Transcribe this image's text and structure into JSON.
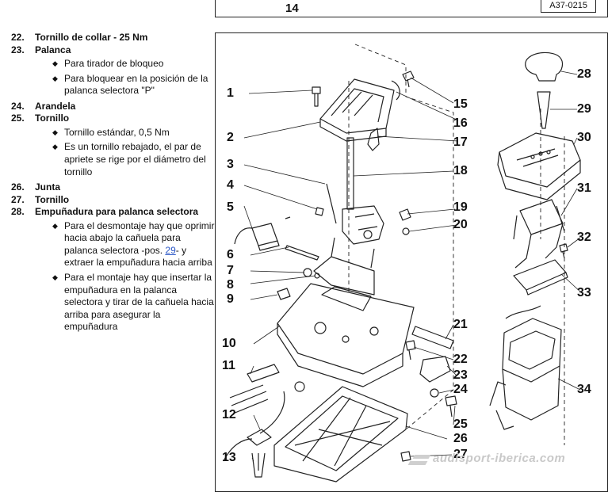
{
  "header": {
    "figure_number": "14",
    "figure_ref": "A37-0215"
  },
  "legend": [
    {
      "num": "22.",
      "title": "Tornillo de collar - 25 Nm",
      "bullets": []
    },
    {
      "num": "23.",
      "title": "Palanca",
      "bullets": [
        {
          "text": "Para tirador de bloqueo"
        },
        {
          "text": "Para bloquear en la posición de la palanca selectora \"P\""
        }
      ]
    },
    {
      "num": "24.",
      "title": "Arandela",
      "bullets": []
    },
    {
      "num": "25.",
      "title": "Tornillo",
      "bullets": [
        {
          "text": "Tornillo estándar, 0,5 Nm"
        },
        {
          "text": "Es un tornillo rebajado, el par de apriete se rige por el diámetro del tornillo"
        }
      ]
    },
    {
      "num": "26.",
      "title": "Junta",
      "bullets": []
    },
    {
      "num": "27.",
      "title": "Tornillo",
      "bullets": []
    },
    {
      "num": "28.",
      "title": "Empuñadura para palanca selectora",
      "bullets": [
        {
          "before": "Para el desmontaje hay que oprimir hacia abajo la cañuela para palanca selectora -pos. ",
          "link": "29",
          "after": "- y extraer la empuñadura hacia arriba"
        },
        {
          "text": "Para el montaje hay que insertar la empuñadura en la palanca selectora y tirar de la cañuela hacia arriba para asegurar la empuñadura"
        }
      ]
    }
  ],
  "diagram": {
    "callouts": [
      "1",
      "2",
      "3",
      "4",
      "5",
      "6",
      "7",
      "8",
      "9",
      "10",
      "11",
      "12",
      "13",
      "15",
      "16",
      "17",
      "18",
      "19",
      "20",
      "21",
      "22",
      "23",
      "24",
      "25",
      "26",
      "27",
      "28",
      "29",
      "30",
      "31",
      "32",
      "33",
      "34"
    ]
  },
  "watermark": "audisport-iberica.com"
}
